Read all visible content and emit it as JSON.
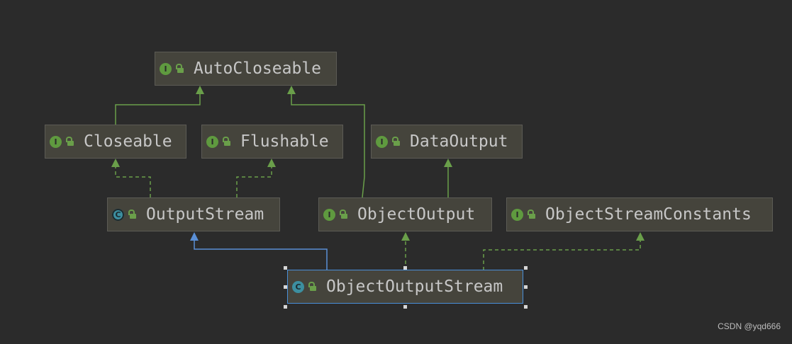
{
  "nodes": {
    "autocloseable": {
      "name": "AutoCloseable",
      "kind": "I"
    },
    "closeable": {
      "name": "Closeable",
      "kind": "I"
    },
    "flushable": {
      "name": "Flushable",
      "kind": "I"
    },
    "dataoutput": {
      "name": "DataOutput",
      "kind": "I"
    },
    "outputstream": {
      "name": "OutputStream",
      "kind": "C"
    },
    "objectoutput": {
      "name": "ObjectOutput",
      "kind": "I"
    },
    "objectstreamconstants": {
      "name": "ObjectStreamConstants",
      "kind": "I"
    },
    "objectoutputstream": {
      "name": "ObjectOutputStream",
      "kind": "C"
    }
  },
  "colors": {
    "background": "#2b2b2b",
    "node_fill": "#45443c",
    "node_border": "#5c5b55",
    "text": "#c7c7c7",
    "interface_badge": "#5f9a3f",
    "class_badge": "#3c8fa0",
    "extends_line": "#6a9f4a",
    "implements_line": "#6a9f4a",
    "class_extends_line": "#5a8fd6",
    "selection_border": "#4a8fd9"
  },
  "watermark": "CSDN @yqd666"
}
